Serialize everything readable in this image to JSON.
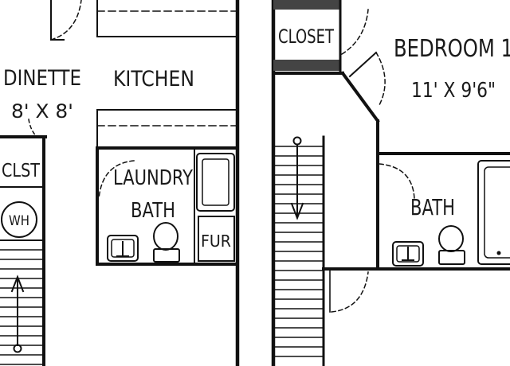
{
  "rooms": {
    "dinette": {
      "name": "DINETTE",
      "size": "8' X 8'"
    },
    "kitchen": {
      "name": "KITCHEN"
    },
    "clst": {
      "name": "CLST"
    },
    "wh": {
      "name": "WH"
    },
    "laundry_bath": {
      "line1": "LAUNDRY",
      "line2": "BATH"
    },
    "fur": {
      "name": "FUR"
    },
    "closet": {
      "name": "CLOSET"
    },
    "bedroom": {
      "name": "BEDROOM 1",
      "size": "11' X 9'6\""
    },
    "bath": {
      "name": "BATH"
    }
  },
  "colors": {
    "wall": "#111111",
    "line": "#1a1a1a",
    "background": "#ffffff",
    "stair_fill": "#444444"
  }
}
